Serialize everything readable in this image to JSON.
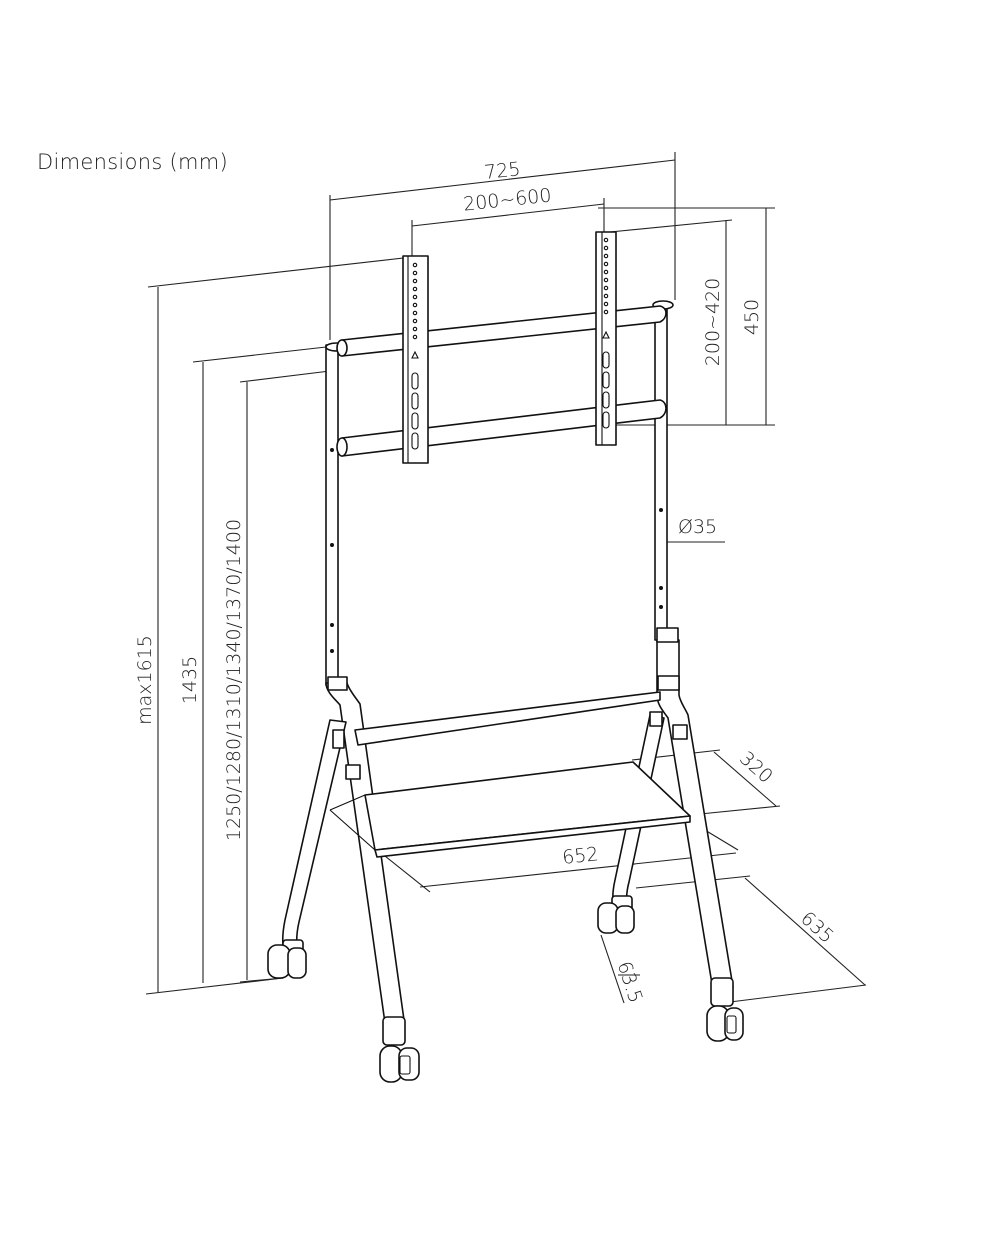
{
  "title": "Dimensions (mm)",
  "dimensions": {
    "overall_width": "725",
    "vesa_horizontal": "200~600",
    "vesa_vertical": "200~420",
    "bracket_height": "450",
    "pole_diameter": "Ø35",
    "max_height": "max1615",
    "height_1435": "1435",
    "height_options": "1250/1280/1310/1340/1370/1400",
    "shelf_depth": "320",
    "shelf_width": "652",
    "base_depth": "635",
    "caster_height": "63.5"
  }
}
